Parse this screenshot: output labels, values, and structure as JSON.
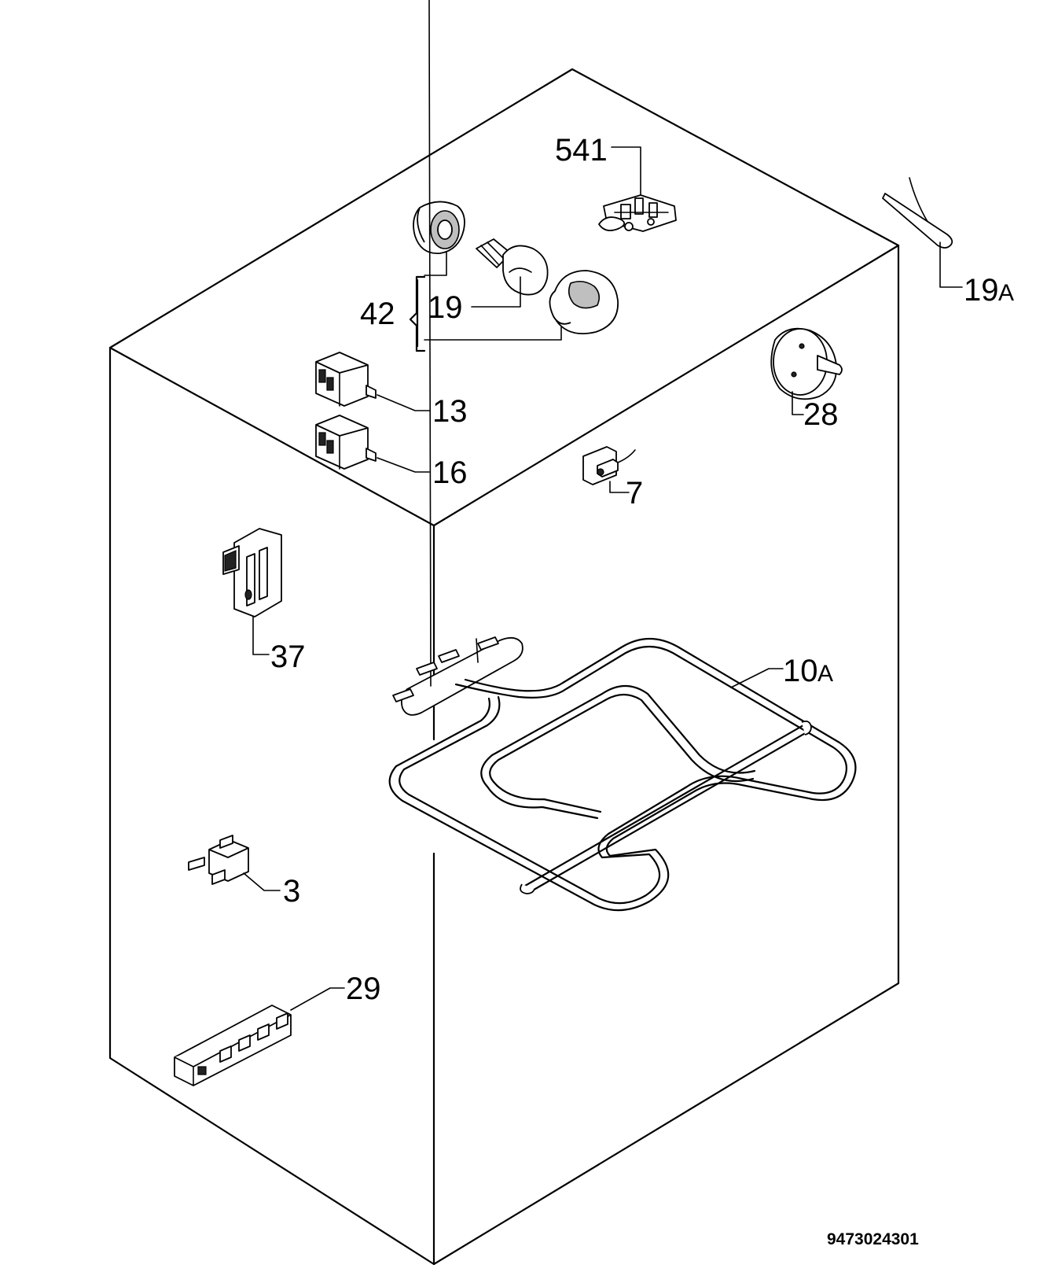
{
  "diagram": {
    "drawing_number": "9473024301",
    "callouts": {
      "c541": "541",
      "c19a_num": "19",
      "c19a_suffix": "A",
      "c42": "42",
      "c19": "19",
      "c28": "28",
      "c13": "13",
      "c16": "16",
      "c7": "7",
      "c37": "37",
      "c10a_num": "10",
      "c10a_suffix": "A",
      "c3": "3",
      "c29": "29"
    }
  }
}
